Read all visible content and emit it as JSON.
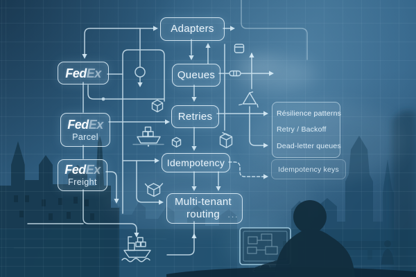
{
  "nodes": {
    "adapters": "Adapters",
    "queues": "Queues",
    "retries": "Retries",
    "idempotency": "Idempotency",
    "routing_line1": "Multi-tenant",
    "routing_line2": "routing",
    "routing_ellipsis": "···"
  },
  "carriers": [
    {
      "bold": "Fed",
      "light": "Ex",
      "sub": ""
    },
    {
      "bold": "Fed",
      "light": "Ex",
      "sub": "Parcel"
    },
    {
      "bold": "Fed",
      "light": "Ex",
      "sub": "Freight"
    }
  ],
  "panel": {
    "title": "Résilience patterns",
    "rows": [
      "Retry / Backoff",
      "Dead-letter queues"
    ],
    "footnote": "Idempotency keys"
  },
  "colors": {
    "line": "#dceff9",
    "text": "#ecf5fb",
    "sky": "#35678a",
    "water": "#2a5874",
    "silhouette": "#1e4863",
    "person": "#13303f"
  },
  "icons": [
    "database-icon",
    "connector-pill-icon",
    "cycle-icon",
    "node-circle-icon",
    "cube-icon",
    "cargo-ship-icon",
    "dice-package-icon",
    "storage-bin-icon",
    "open-package-icon",
    "cloud-icon",
    "boat-icon",
    "monitor-icon",
    "person-silhouette-icon"
  ]
}
